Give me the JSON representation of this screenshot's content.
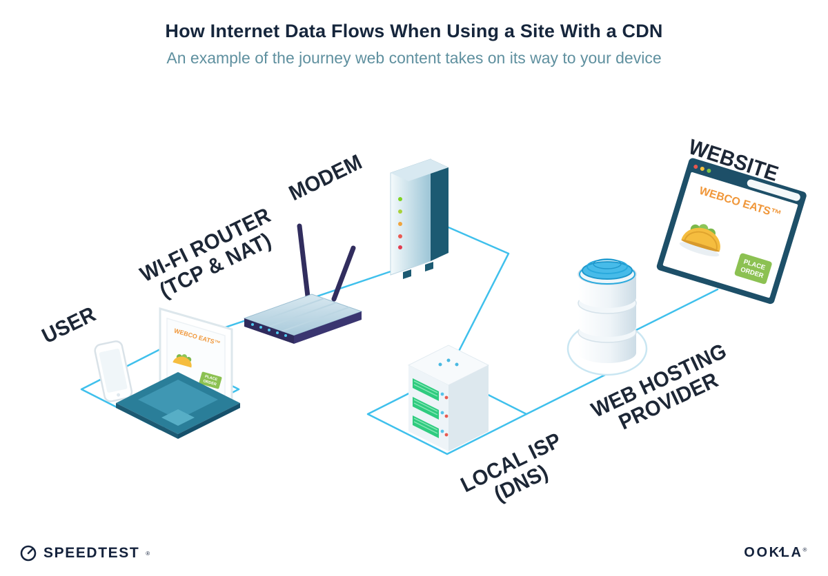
{
  "header": {
    "title": "How Internet Data Flows When Using a Site With a CDN",
    "subtitle": "An example of the journey web content takes on its way to your device"
  },
  "nodes": {
    "user": "USER",
    "router_line1": "WI-FI ROUTER",
    "router_line2": "(TCP & NAT)",
    "modem": "MODEM",
    "isp_line1": "LOCAL ISP",
    "isp_line2": "(DNS)",
    "hosting_line1": "WEB HOSTING",
    "hosting_line2": "PROVIDER",
    "website": "WEBSITE"
  },
  "website_window": {
    "brand": "WEBCO EATS™",
    "button_line1": "PLACE",
    "button_line2": "ORDER"
  },
  "laptop_screen": {
    "brand": "WEBCO EATS™",
    "button_line1": "PLACE",
    "button_line2": "ORDER"
  },
  "footer": {
    "speedtest": "SPEEDTEST",
    "speedtest_mark": "®",
    "ookla": "OOKLA",
    "ookla_mark": "®"
  },
  "colors": {
    "accent_line": "#3fc0ec",
    "title": "#16263c",
    "subtitle": "#5f909f",
    "label": "#1d2736",
    "brand_orange": "#f0973a",
    "button_green": "#8cc152",
    "device_teal": "#2a7e99",
    "dark_navy": "#1c5a72"
  }
}
